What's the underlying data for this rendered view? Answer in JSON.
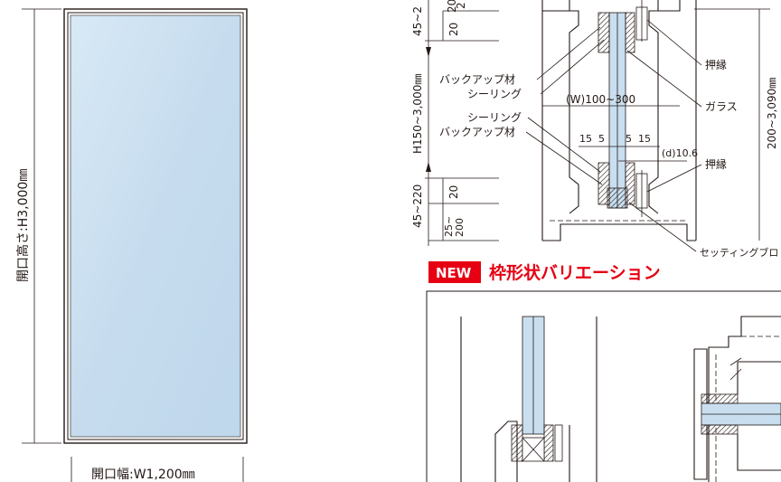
{
  "window": {
    "height_label": "開口高さ:H3,000㎜",
    "width_label": "開口幅:W1,200㎜"
  },
  "section": {
    "dims": {
      "top_range": "45~2",
      "top_20a": "20",
      "top_2x": "2",
      "top_20b": "20",
      "middle_range": "H150~3,000㎜",
      "bottom_range": "45~220",
      "bottom_20": "20",
      "bottom_25": "25~\n200",
      "right_range": "200~3,090㎜",
      "width_range": "(W)100~300",
      "small_15a": "15",
      "small_5a": "5",
      "small_5b": "5",
      "small_15b": "15",
      "depth": "(d)10.6"
    },
    "labels": {
      "backup_top": "バックアップ材",
      "sealing_top": "シーリング",
      "sealing_bottom": "シーリング",
      "backup_bottom": "バックアップ材",
      "stop_top": "押縁",
      "glass": "ガラス",
      "stop_bottom": "押縁",
      "setting_block": "セッティングブロ"
    }
  },
  "variation": {
    "badge": "NEW",
    "title": "枠形状バリエーション"
  },
  "colors": {
    "line": "#231815",
    "glass": "#c9dff0",
    "accent": "#e60012"
  }
}
